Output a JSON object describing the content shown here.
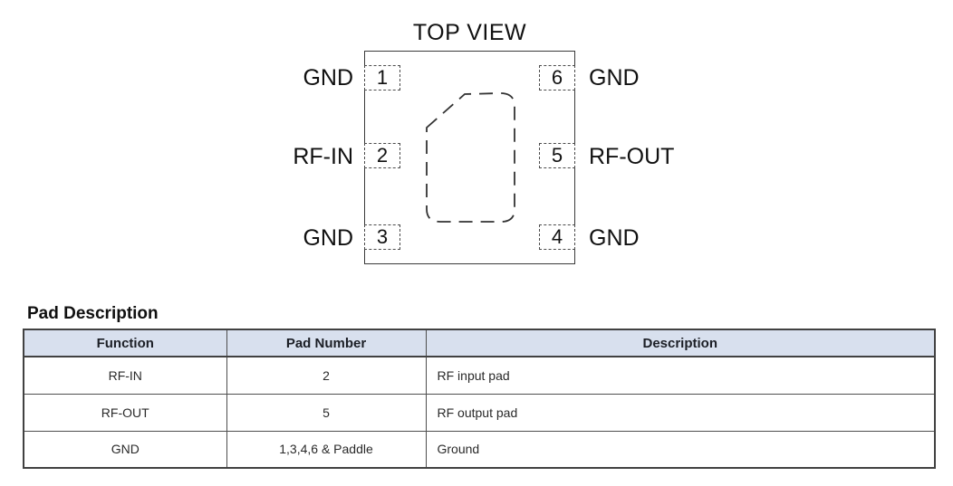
{
  "diagram": {
    "title": "TOP VIEW",
    "pads": [
      {
        "number": "1",
        "label": "GND",
        "side": "left"
      },
      {
        "number": "2",
        "label": "RF-IN",
        "side": "left"
      },
      {
        "number": "3",
        "label": "GND",
        "side": "left"
      },
      {
        "number": "4",
        "label": "GND",
        "side": "right"
      },
      {
        "number": "5",
        "label": "RF-OUT",
        "side": "right"
      },
      {
        "number": "6",
        "label": "GND",
        "side": "right"
      }
    ],
    "paddle": "exposed paddle (dashed outline, chamfered top-left corner)"
  },
  "section": {
    "title": "Pad Description"
  },
  "table": {
    "headers": [
      "Function",
      "Pad Number",
      "Description"
    ],
    "rows": [
      {
        "function": "RF-IN",
        "pad_number": "2",
        "description": "RF input pad"
      },
      {
        "function": "RF-OUT",
        "pad_number": "5",
        "description": "RF output pad"
      },
      {
        "function": "GND",
        "pad_number": "1,3,4,6 & Paddle",
        "description": "Ground"
      }
    ],
    "header_bg": "#d8e0ee",
    "border_color": "#414141"
  }
}
